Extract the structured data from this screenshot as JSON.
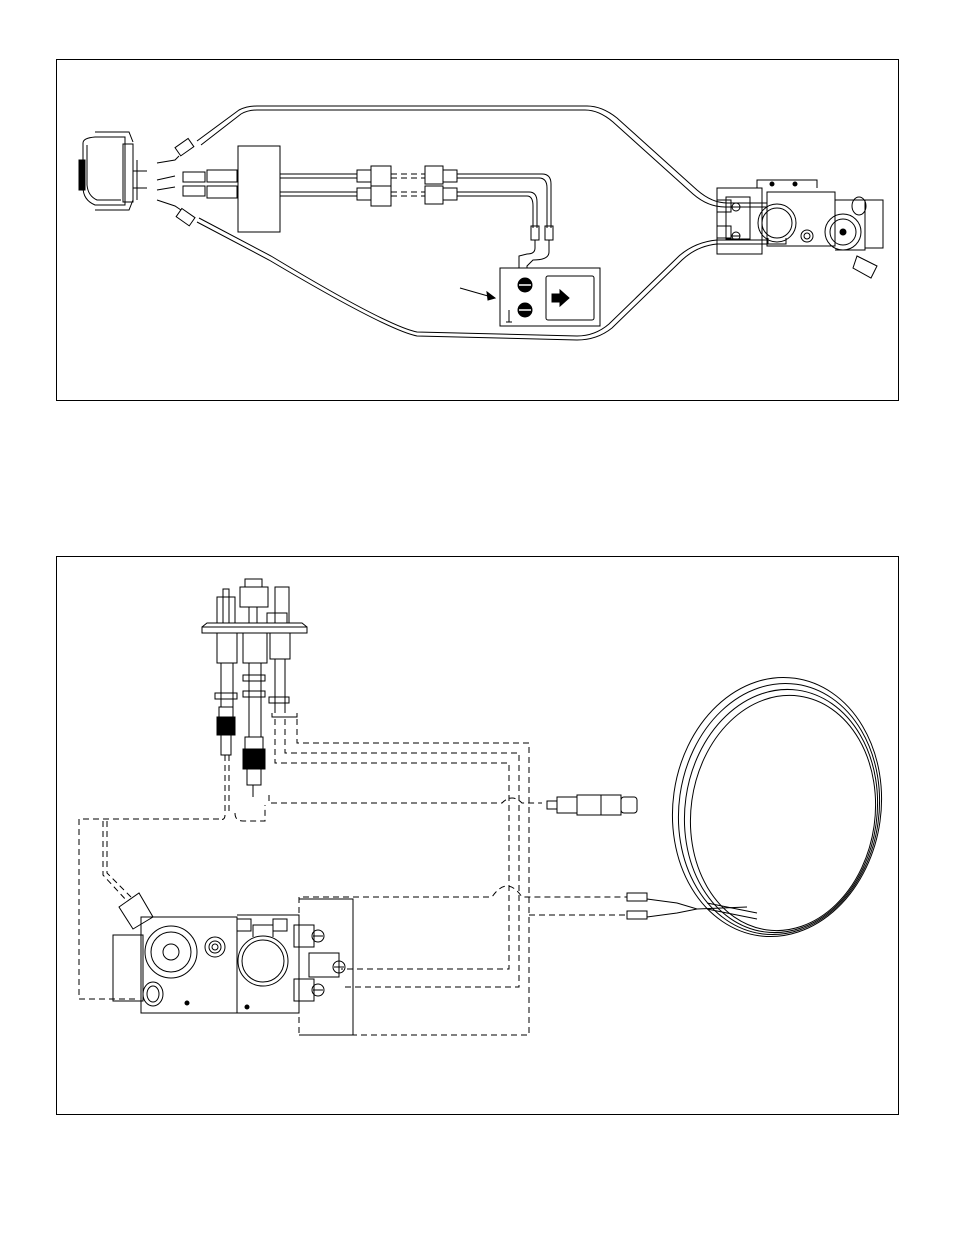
{
  "figures": [
    {
      "components": [
        "rocker-switch",
        "wire-harness-block",
        "wire-connectors",
        "battery-pack",
        "gas-valve"
      ],
      "has_arrow_pointer": true
    },
    {
      "components": [
        "pilot-assembly",
        "thermocouple",
        "piezo-igniter",
        "gas-valve",
        "coiled-thermopile-wire"
      ],
      "wire_style": "dashed"
    }
  ],
  "colors": {
    "line": "#000000",
    "background": "#ffffff"
  }
}
